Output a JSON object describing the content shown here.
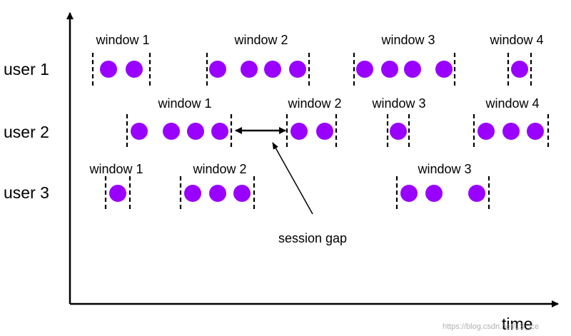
{
  "diagram": {
    "axis_label": "time",
    "annotation": "session gap",
    "watermark": "https://blog.csdn.net/LS_ice",
    "event_color": "#9900ff",
    "users": [
      {
        "label": "user 1",
        "windows": [
          {
            "label": "window 1",
            "events": 2
          },
          {
            "label": "window 2",
            "events": 4
          },
          {
            "label": "window 3",
            "events": 4
          },
          {
            "label": "window 4",
            "events": 1
          }
        ]
      },
      {
        "label": "user 2",
        "windows": [
          {
            "label": "window 1",
            "events": 4
          },
          {
            "label": "window 2",
            "events": 2
          },
          {
            "label": "window 3",
            "events": 1
          },
          {
            "label": "window 4",
            "events": 3
          }
        ]
      },
      {
        "label": "user 3",
        "windows": [
          {
            "label": "window 1",
            "events": 1
          },
          {
            "label": "window 2",
            "events": 3
          },
          {
            "label": "window 3",
            "events": 3
          }
        ]
      }
    ]
  }
}
